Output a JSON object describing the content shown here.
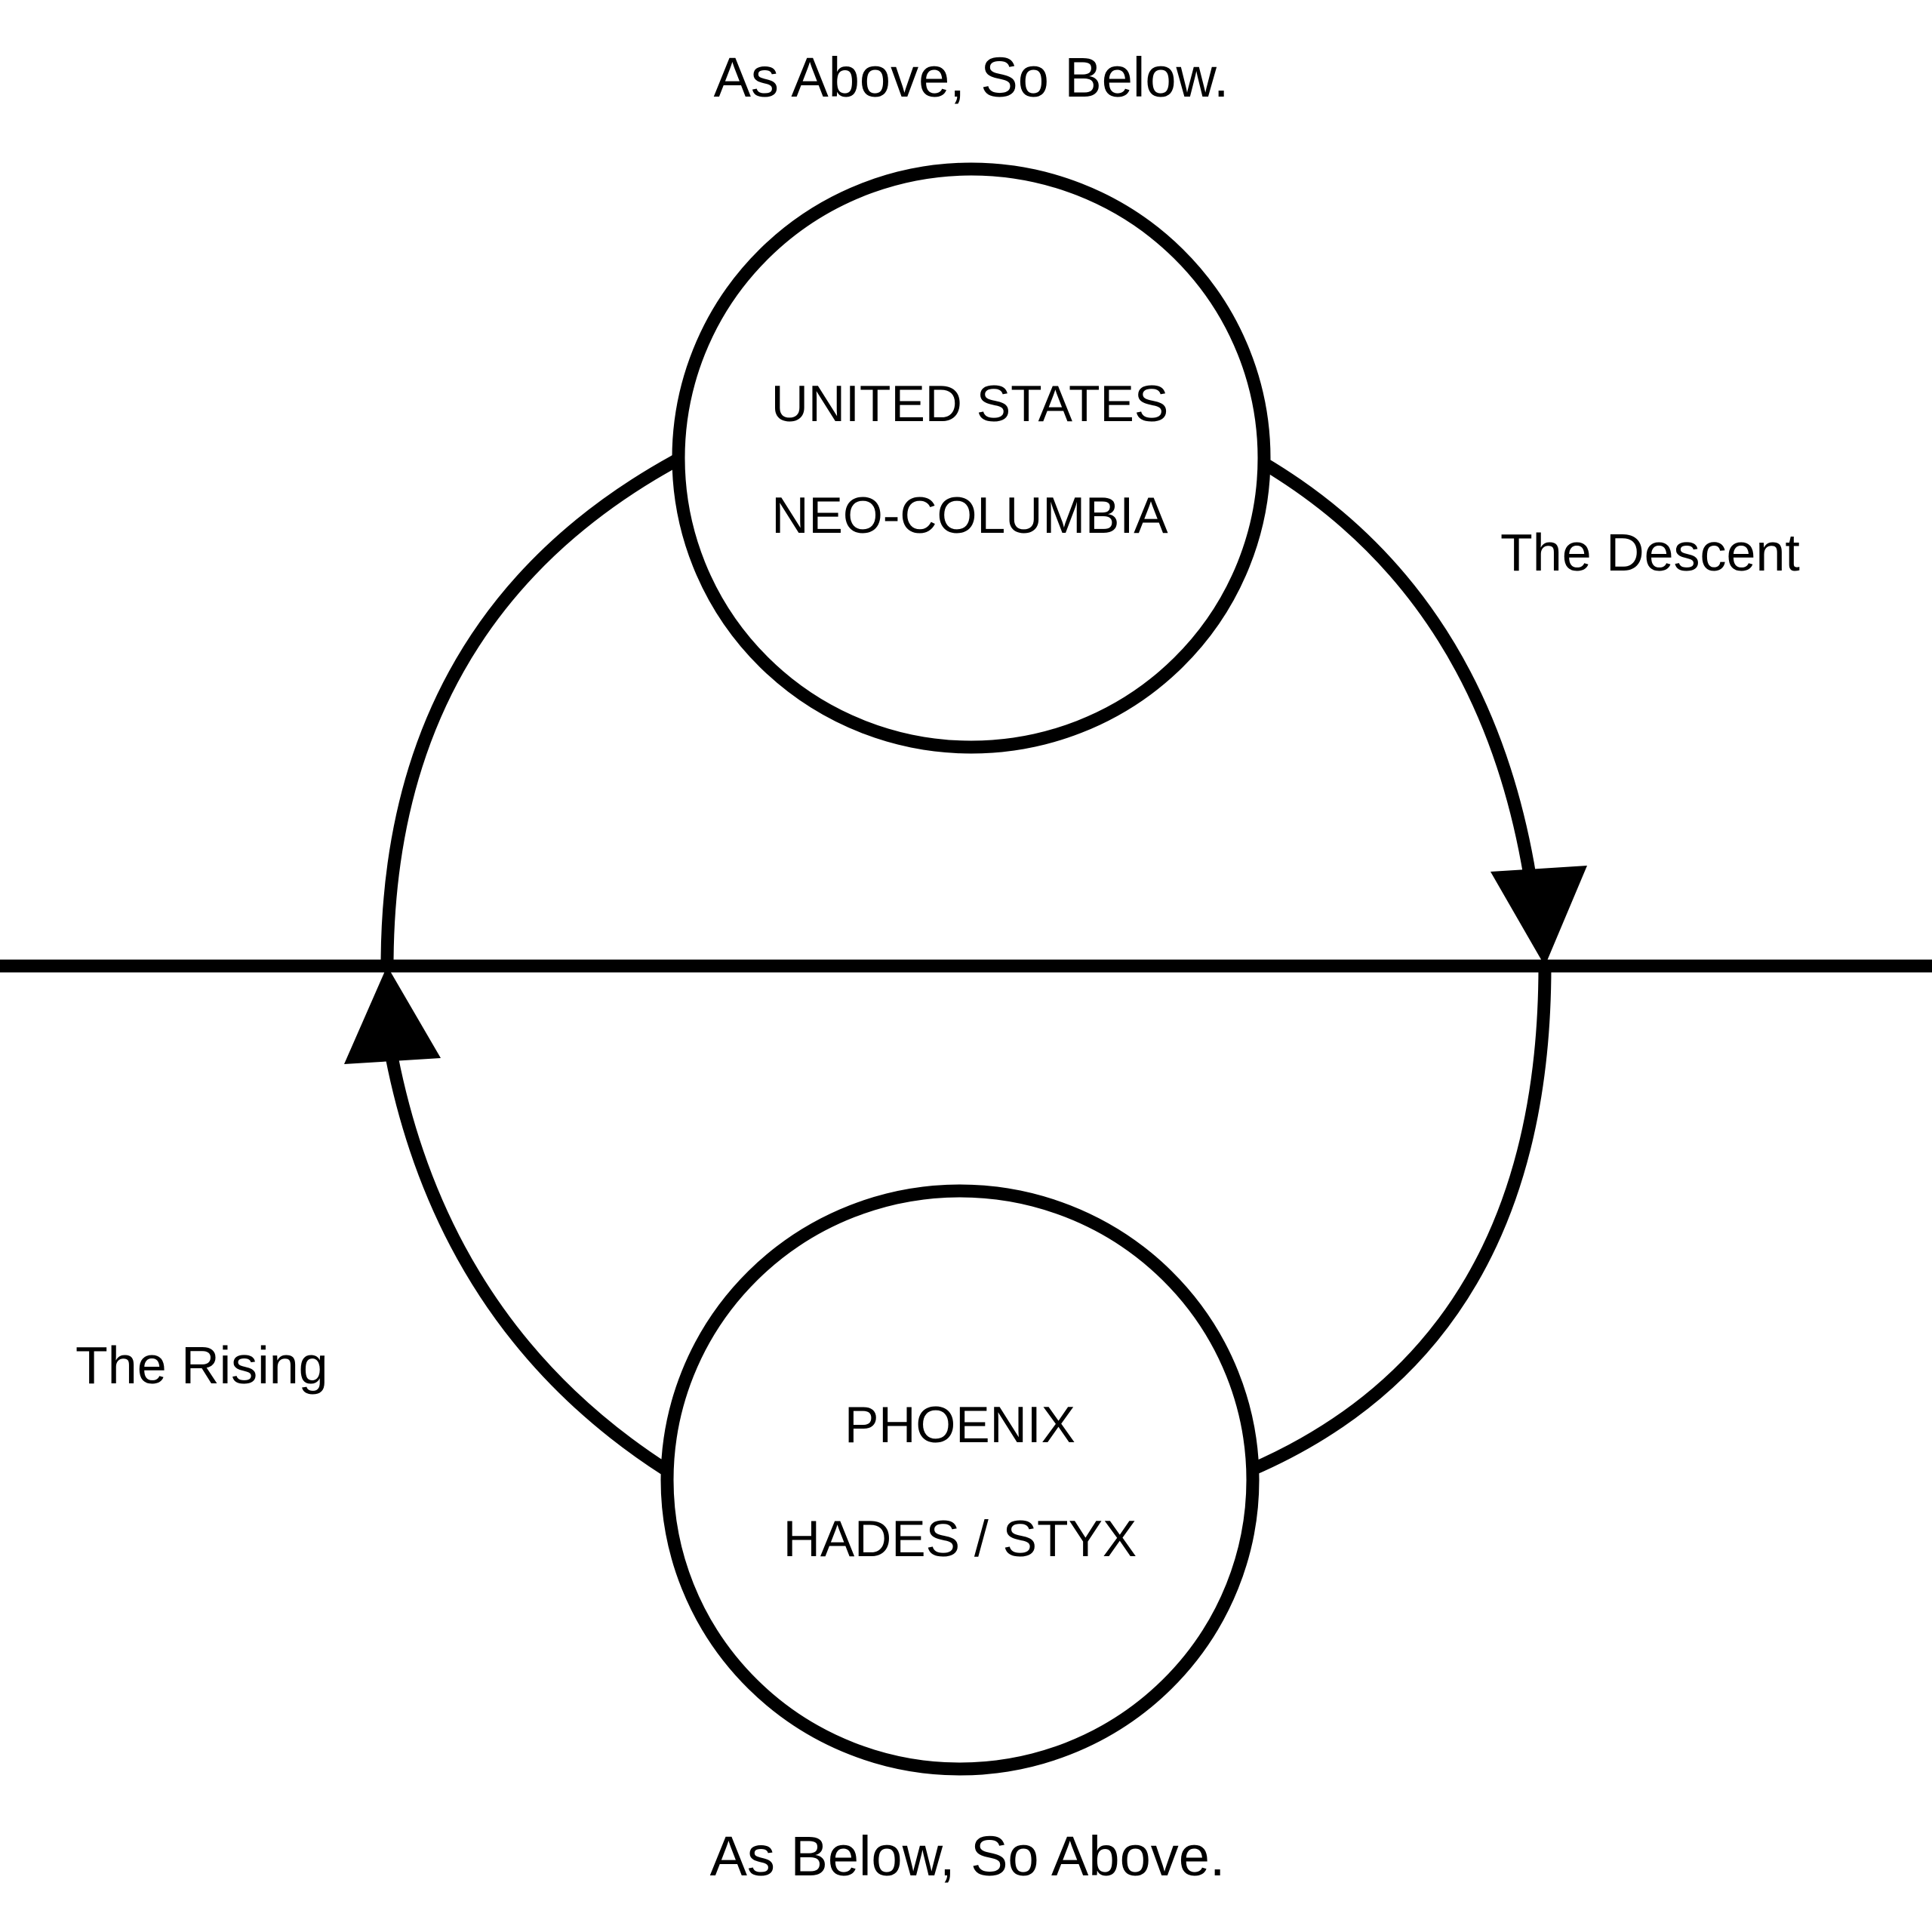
{
  "header": {
    "text": "As Above, So Below."
  },
  "footer": {
    "text": "As Below, So Above."
  },
  "nodes": {
    "upper": {
      "line1": "UNITED STATES",
      "line2": "NEO-COLUMBIA"
    },
    "lower": {
      "line1": "PHOENIX",
      "line2": "HADES / STYX"
    }
  },
  "arcs": {
    "descent": {
      "label": "The Descent"
    },
    "rising": {
      "label": "The Rising"
    }
  },
  "colors": {
    "stroke": "#000000",
    "background": "#ffffff"
  }
}
